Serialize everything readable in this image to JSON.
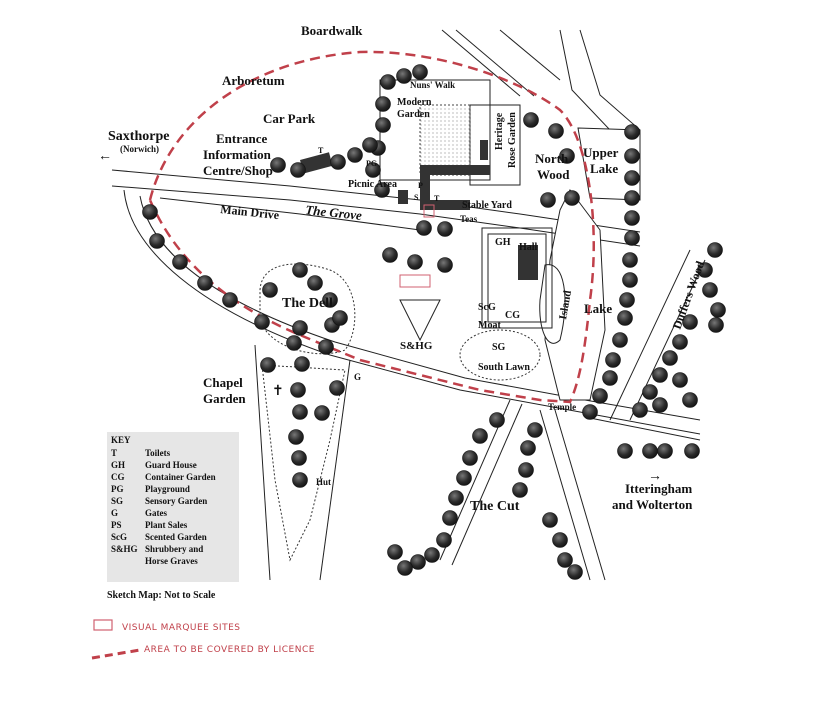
{
  "labels": {
    "boardwalk": "Boardwalk",
    "arboretum": "Arboretum",
    "car_park": "Car Park",
    "entrance_1": "Entrance",
    "entrance_2": "Information",
    "entrance_3": "Centre/Shop",
    "saxthorpe": "Saxthorpe",
    "norwich": "(Norwich)",
    "main_drive": "Main Drive",
    "the_grove": "The Grove",
    "picnic_area": "Picnic Area",
    "modern_garden_1": "Modern",
    "modern_garden_2": "Garden",
    "nuns_walk": "Nuns' Walk",
    "heritage_rose_1": "Heritage",
    "heritage_rose_2": "Rose Garden",
    "north_wood_1": "North",
    "north_wood_2": "Wood",
    "upper_lake_1": "Upper",
    "upper_lake_2": "Lake",
    "stable_yard": "Stable Yard",
    "teas": "Teas",
    "gh": "GH",
    "hall": "Hall",
    "island": "Island",
    "lake": "Lake",
    "duffers_wood": "Duffers Wood",
    "the_dell": "The Dell",
    "scg": "ScG",
    "cg": "CG",
    "moat": "Moat",
    "shg": "S&HG",
    "sg": "SG",
    "south_lawn": "South Lawn",
    "chapel_garden_1": "Chapel",
    "chapel_garden_2": "Garden",
    "g": "G",
    "temple": "Temple",
    "hut": "Hut",
    "the_cut": "The Cut",
    "itteringham_1": "Itteringham",
    "itteringham_2": "and Wolterton",
    "t_toilet_1": "T",
    "t_toilet_2": "T",
    "pg": "PG",
    "p": "P",
    "s": "S"
  },
  "key": {
    "title": "KEY",
    "items": [
      {
        "code": "T",
        "desc": "Toilets"
      },
      {
        "code": "GH",
        "desc": "Guard House"
      },
      {
        "code": "CG",
        "desc": "Container Garden"
      },
      {
        "code": "PG",
        "desc": "Playground"
      },
      {
        "code": "SG",
        "desc": "Sensory Garden"
      },
      {
        "code": "G",
        "desc": "Gates"
      },
      {
        "code": "PS",
        "desc": "Plant Sales"
      },
      {
        "code": "ScG",
        "desc": "Scented Garden"
      },
      {
        "code": "S&HG",
        "desc": "Shrubbery and"
      }
    ],
    "extra_line": "Horse Graves"
  },
  "note": "Sketch Map: Not to Scale",
  "legend": {
    "marquee": "VISUAL MARQUEE SITES",
    "licence": "AREA TO BE COVERED BY LICENCE"
  },
  "colors": {
    "licence_line": "#c0404a",
    "marquee": "#d06070",
    "road": "#ffffff",
    "ink": "#111111",
    "tree": "#2a2a2a"
  }
}
